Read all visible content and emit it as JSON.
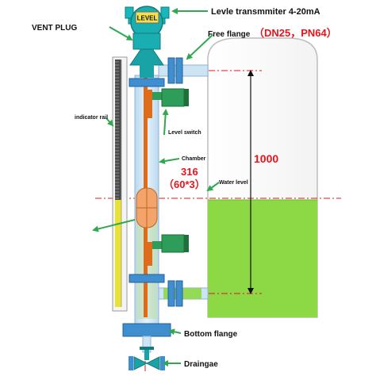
{
  "transmitter": {
    "display_text": "LEVEL",
    "label": "Levle transmmiter 4-20mA"
  },
  "labels": {
    "vent_plug": "VENT PLUG",
    "free_flange": "Free flange",
    "flange_spec": "（DN25，PN64）",
    "indicator_rail": "indicator rail",
    "level_switch": "Level switch",
    "chamber": "Chamber",
    "material": "316",
    "size": "（60*3）",
    "water_level": "Water level",
    "dimension": "1000",
    "bottom_flange": "Bottom flange",
    "drain": "Draingae"
  },
  "colors": {
    "chamber_blue": "#cde4f4",
    "flange_blue": "#3f8fd0",
    "transmitter_teal": "#1aa3a6",
    "liquid_green": "#8dd845",
    "switch_green": "#2f9d5a",
    "float_orange": "#f2a46a",
    "rod_orange": "#e06c1a",
    "indicator_yellow": "#e9e232",
    "arrow_green": "#2fa84f",
    "text_red": "#e8141c"
  }
}
